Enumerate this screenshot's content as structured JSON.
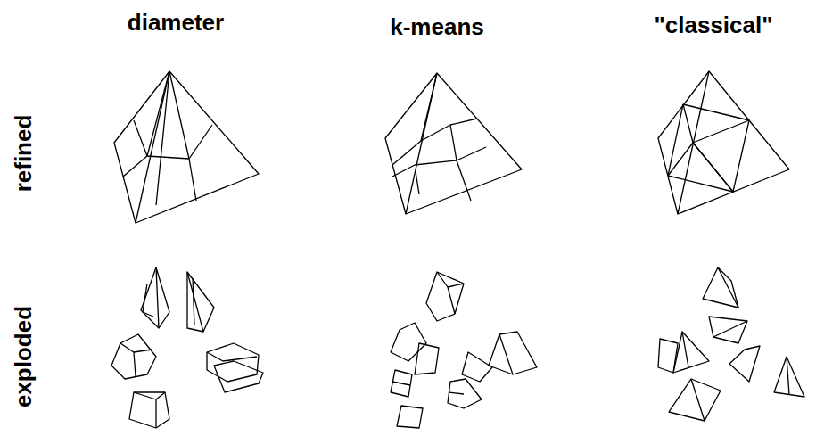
{
  "diagram": {
    "labels": [
      "diameter",
      "k-means",
      "\"classical\"",
      "refined",
      "exploded"
    ]
  }
}
